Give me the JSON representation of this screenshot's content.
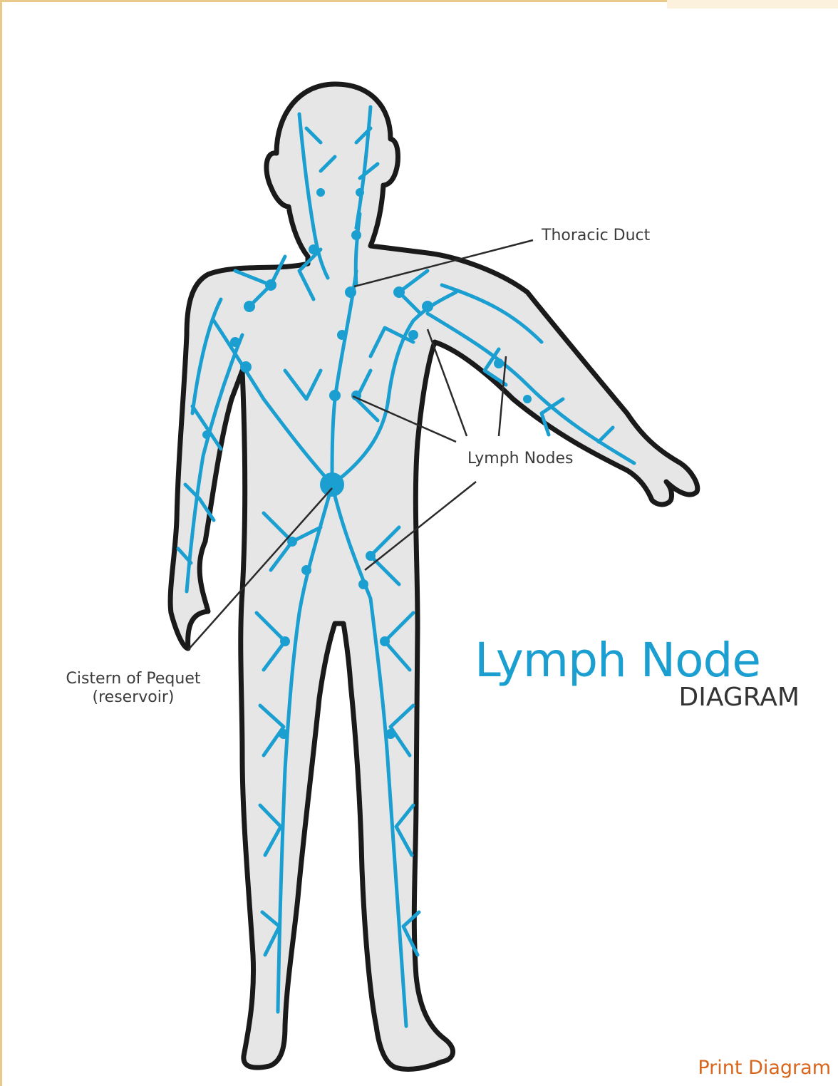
{
  "diagram": {
    "title": "Lymph Node",
    "subtitle": "DIAGRAM",
    "labels": {
      "thoracic_duct": "Thoracic Duct",
      "lymph_nodes": "Lymph Nodes",
      "cistern_line1": "Cistern of Pequet",
      "cistern_line2": "(reservoir)"
    },
    "colors": {
      "lymph": "#1a9fd0",
      "body_fill": "#e6e6e6",
      "outline": "#1a1a1a",
      "leader_lines": "#2a2a2a"
    }
  },
  "actions": {
    "print_label": "Print Diagram",
    "print_color": "#d9651b"
  }
}
